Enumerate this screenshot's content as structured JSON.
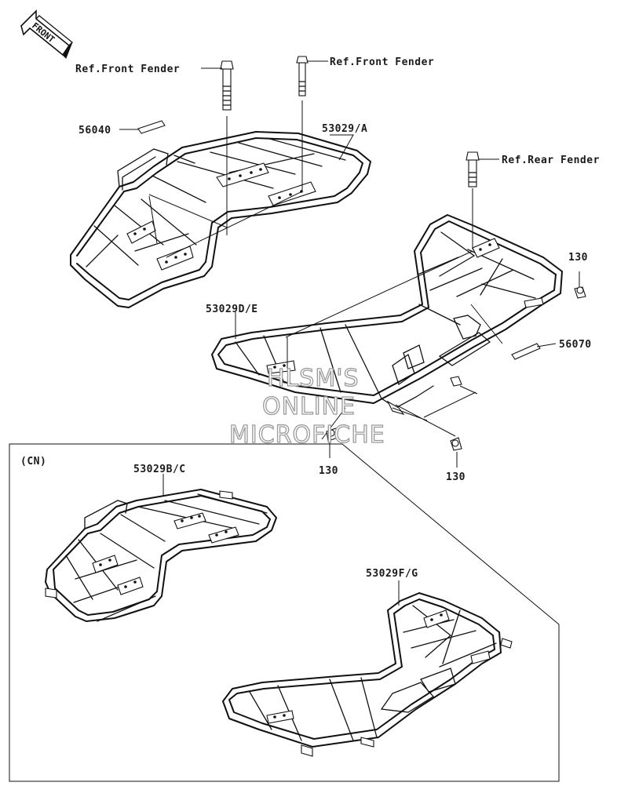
{
  "front_arrow": {
    "text": "FRONT"
  },
  "labels": {
    "ref_front_fender_1": "Ref.Front Fender",
    "ref_front_fender_2": "Ref.Front Fender",
    "ref_rear_fender": "Ref.Rear Fender",
    "part_56040": "56040",
    "part_53029A": "53029/A",
    "part_53029DE": "53029D/E",
    "part_130_a": "130",
    "part_130_b": "130",
    "part_130_c": "130",
    "part_56070": "56070",
    "cn": "(CN)",
    "part_53029BC": "53029B/C",
    "part_53029FG": "53029F/G"
  },
  "watermark": {
    "line1": "HLSM'S",
    "line2": "ONLINE",
    "line3": "MICROFICHE"
  }
}
